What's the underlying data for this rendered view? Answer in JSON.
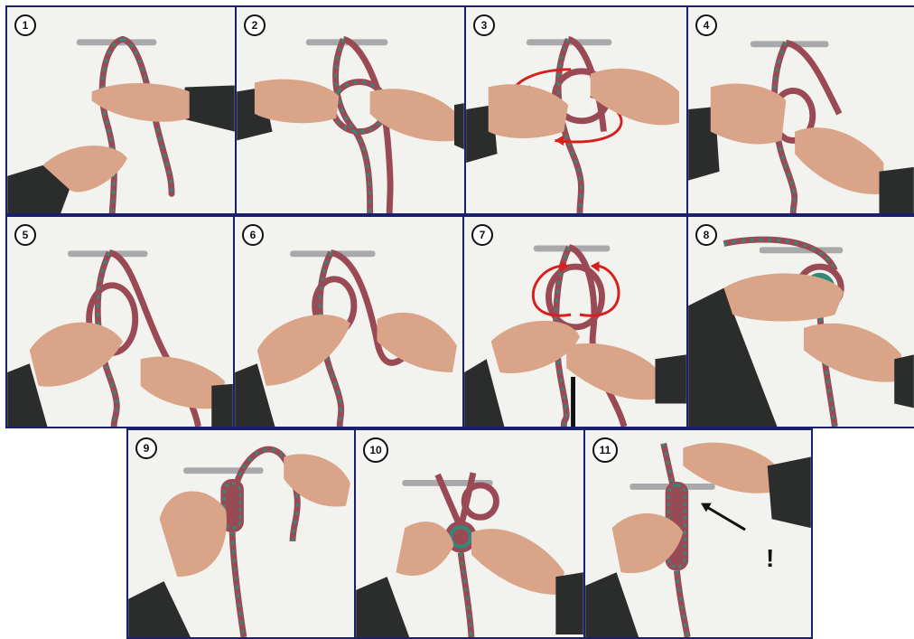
{
  "steps": [
    {
      "label": "1"
    },
    {
      "label": "2"
    },
    {
      "label": "3"
    },
    {
      "label": "4"
    },
    {
      "label": "5"
    },
    {
      "label": "6"
    },
    {
      "label": "7"
    },
    {
      "label": "8"
    },
    {
      "label": "9"
    },
    {
      "label": "10"
    },
    {
      "label": "11"
    }
  ],
  "annotation": {
    "exclamation": "!"
  },
  "colors": {
    "frame": "#1a1f6e",
    "rope_main": "#9a4a55",
    "rope_accent": "#2f8a7a",
    "bar": "#a7a9aa",
    "skin": "#d9a487",
    "sleeve": "#2b2d2c",
    "arrow_red": "#d7201e",
    "arrow_black": "#111111"
  }
}
